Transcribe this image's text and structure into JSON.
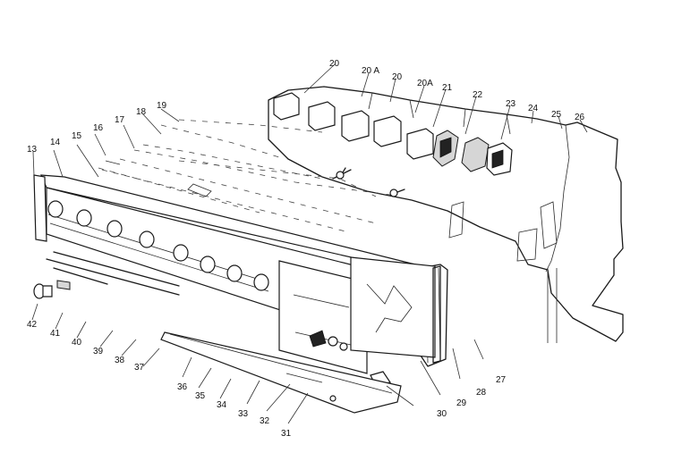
{
  "callouts": [
    {
      "id": "c13",
      "text": "13"
    },
    {
      "id": "c14",
      "text": "14"
    },
    {
      "id": "c15",
      "text": "15"
    },
    {
      "id": "c16",
      "text": "16"
    },
    {
      "id": "c17",
      "text": "17"
    },
    {
      "id": "c18",
      "text": "18"
    },
    {
      "id": "c19",
      "text": "19"
    },
    {
      "id": "c20a",
      "text": "20"
    },
    {
      "id": "c20b",
      "text": "20 A"
    },
    {
      "id": "c20c",
      "text": "20"
    },
    {
      "id": "c20d",
      "text": "20A"
    },
    {
      "id": "c21",
      "text": "21"
    },
    {
      "id": "c22",
      "text": "22"
    },
    {
      "id": "c23",
      "text": "23"
    },
    {
      "id": "c24",
      "text": "24"
    },
    {
      "id": "c25",
      "text": "25"
    },
    {
      "id": "c26",
      "text": "26"
    },
    {
      "id": "c27",
      "text": "27"
    },
    {
      "id": "c28",
      "text": "28"
    },
    {
      "id": "c29",
      "text": "29"
    },
    {
      "id": "c30",
      "text": "30"
    },
    {
      "id": "c31",
      "text": "31"
    },
    {
      "id": "c32",
      "text": "32"
    },
    {
      "id": "c33",
      "text": "33"
    },
    {
      "id": "c34",
      "text": "34"
    },
    {
      "id": "c35",
      "text": "35"
    },
    {
      "id": "c36",
      "text": "36"
    },
    {
      "id": "c37",
      "text": "37"
    },
    {
      "id": "c38",
      "text": "38"
    },
    {
      "id": "c39",
      "text": "39"
    },
    {
      "id": "c40",
      "text": "40"
    },
    {
      "id": "c41",
      "text": "41"
    },
    {
      "id": "c42",
      "text": "42"
    }
  ]
}
